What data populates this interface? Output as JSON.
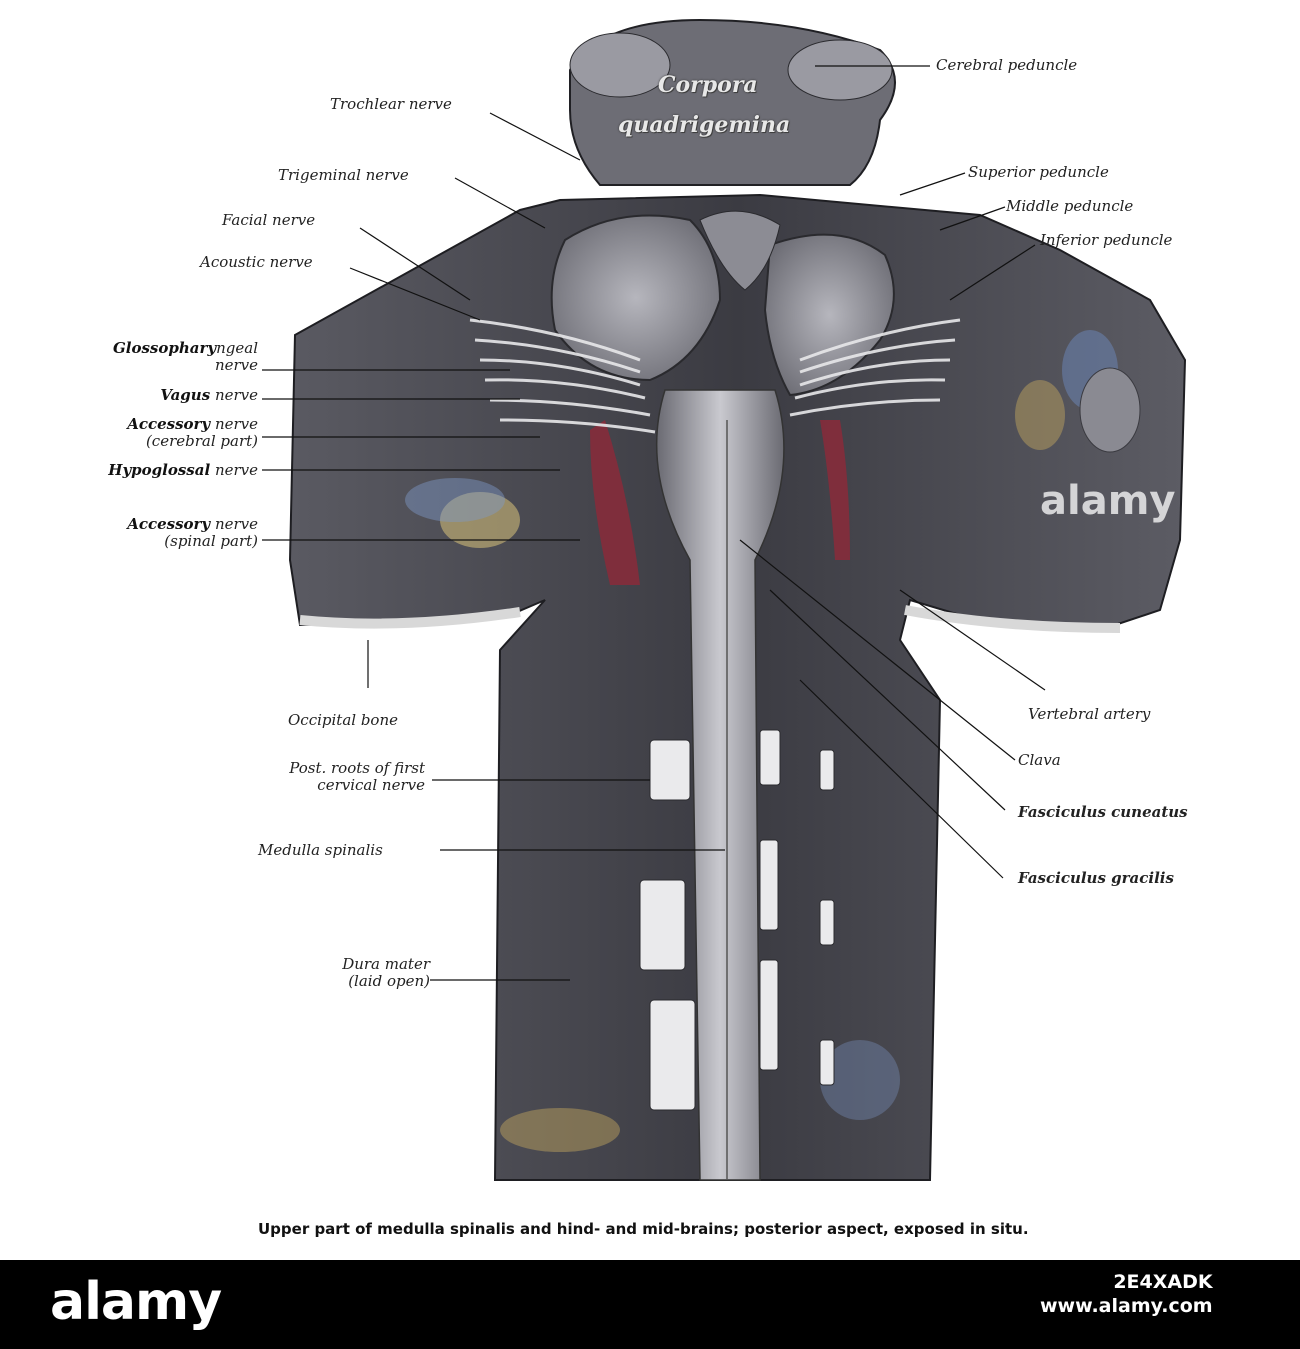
{
  "organ_text": {
    "line1": "Corpora",
    "line2": "quadrigemina"
  },
  "labels_left": [
    {
      "key": "trochlear",
      "text": "Trochlear nerve"
    },
    {
      "key": "trigeminal",
      "text": "Trigeminal nerve"
    },
    {
      "key": "facial",
      "text": "Facial nerve"
    },
    {
      "key": "acoustic",
      "text": "Acoustic nerve"
    },
    {
      "key": "glosso_bold",
      "text": "Glossophary"
    },
    {
      "key": "glosso_rest",
      "text": "ngeal"
    },
    {
      "key": "glosso_l2",
      "text": "nerve"
    },
    {
      "key": "vagus_bold",
      "text": "Vagus"
    },
    {
      "key": "vagus_rest",
      "text": "nerve"
    },
    {
      "key": "acc_c_bold",
      "text": "Accessory"
    },
    {
      "key": "acc_c_rest",
      "text": "nerve"
    },
    {
      "key": "acc_c_l2",
      "text": "(cerebral part)"
    },
    {
      "key": "hypo_bold",
      "text": "Hypoglossal"
    },
    {
      "key": "hypo_rest",
      "text": "nerve"
    },
    {
      "key": "acc_s_bold",
      "text": "Accessory"
    },
    {
      "key": "acc_s_rest",
      "text": "nerve"
    },
    {
      "key": "acc_s_l2",
      "text": "(spinal part)"
    },
    {
      "key": "occipital",
      "text": "Occipital bone"
    },
    {
      "key": "post_roots_l1",
      "text": "Post. roots of first"
    },
    {
      "key": "post_roots_l2",
      "text": "cervical nerve"
    },
    {
      "key": "medulla",
      "text": "Medulla spinalis"
    },
    {
      "key": "dura_l1",
      "text": "Dura mater"
    },
    {
      "key": "dura_l2",
      "text": "(laid open)"
    }
  ],
  "labels_right": [
    {
      "key": "cerebral_ped",
      "text": "Cerebral peduncle"
    },
    {
      "key": "superior_ped",
      "text": "Superior peduncle"
    },
    {
      "key": "middle_ped",
      "text": "Middle peduncle"
    },
    {
      "key": "inferior_ped",
      "text": "Inferior peduncle"
    },
    {
      "key": "vertebral",
      "text": "Vertebral artery"
    },
    {
      "key": "clava",
      "text": "Clava"
    },
    {
      "key": "cuneatus",
      "text": "Fasciculus cuneatus"
    },
    {
      "key": "gracilis",
      "text": "Fasciculus gracilis"
    }
  ],
  "caption": "Upper part of medulla spinalis and hind- and mid-brains; posterior aspect, exposed in situ.",
  "stock": {
    "logo": "alamy",
    "id": "2E4XADK",
    "url": "www.alamy.com",
    "watermark": "alamy"
  },
  "colors": {
    "tissue": "#4b4b52",
    "tissue_dark": "#2e2e34",
    "accent_red": "#8a2a3a",
    "accent_blue": "#6a86b8",
    "accent_yellow": "#c8a862"
  }
}
